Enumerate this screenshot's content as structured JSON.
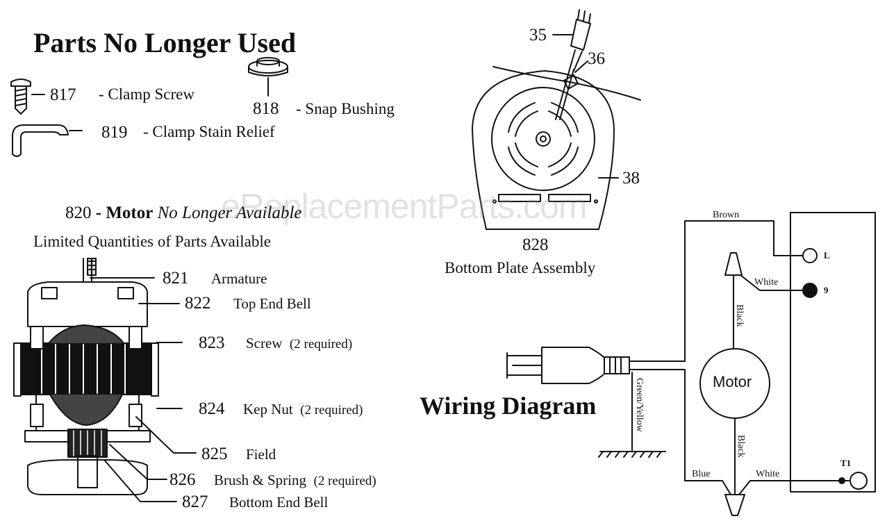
{
  "watermark": "eReplacementParts.com",
  "title": "Parts No Longer Used",
  "old_parts": [
    {
      "num": "817",
      "label": "- Clamp Screw"
    },
    {
      "num": "818",
      "label": "- Snap Bushing"
    },
    {
      "num": "819",
      "label": "- Clamp Stain Relief"
    }
  ],
  "motor_note": {
    "num": "820",
    "dash": "-",
    "bold": "Motor",
    "italic": "No Longer Available"
  },
  "limited": "Limited Quantities of Parts Available",
  "motor_parts": [
    {
      "num": "821",
      "label": "Armature"
    },
    {
      "num": "822",
      "label": "Top End Bell"
    },
    {
      "num": "823",
      "label": "Screw",
      "note": "(2 required)"
    },
    {
      "num": "824",
      "label": "Kep Nut",
      "note": "(2 required)"
    },
    {
      "num": "825",
      "label": "Field"
    },
    {
      "num": "826",
      "label": "Brush & Spring",
      "note": "(2 required)"
    },
    {
      "num": "827",
      "label": "Bottom End Bell"
    }
  ],
  "bottom_plate": {
    "callouts": [
      "35",
      "36",
      "38"
    ],
    "num": "828",
    "label": "Bottom Plate Assembly"
  },
  "wiring": {
    "title": "Wiring Diagram",
    "motor": "Motor",
    "wires": {
      "brown": "Brown",
      "white_top": "White",
      "black_top": "Black",
      "black_bottom": "Black",
      "blue": "Blue",
      "white_bottom": "White",
      "green_yellow": "Green/Yellow"
    },
    "terminals": {
      "l": "L",
      "nine": "9",
      "t1": "T1"
    }
  }
}
